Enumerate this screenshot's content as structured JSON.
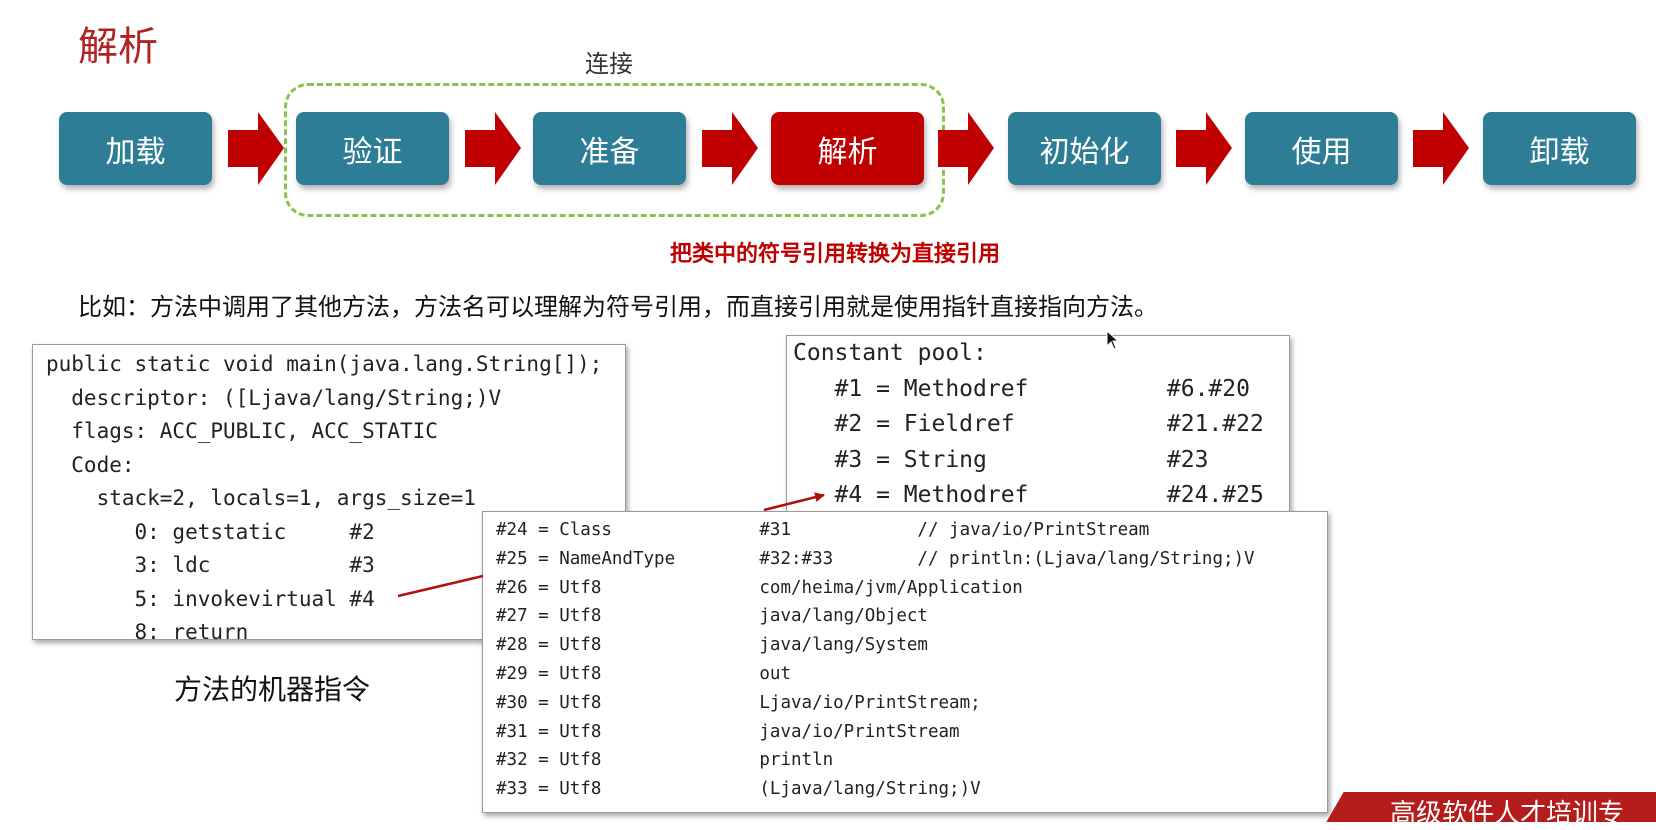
{
  "page_title": "解析",
  "connect_label": "连接",
  "stages": [
    "加载",
    "验证",
    "准备",
    "解析",
    "初始化",
    "使用",
    "卸载"
  ],
  "subtitle": "把类中的符号引用转换为直接引用",
  "example_text": "比如：方法中调用了其他方法，方法名可以理解为符号引用，而直接引用就是使用指针直接指向方法。",
  "method_code": [
    "public static void main(java.lang.String[]);",
    "  descriptor: ([Ljava/lang/String;)V",
    "  flags: ACC_PUBLIC, ACC_STATIC",
    "  Code:",
    "    stack=2, locals=1, args_size=1",
    "       0: getstatic     #2",
    "       3: ldc           #3",
    "       5: invokevirtual #4",
    "       8: return"
  ],
  "constant_pool": [
    "Constant pool:",
    "   #1 = Methodref          #6.#20",
    "   #2 = Fieldref           #21.#22",
    "   #3 = String             #23",
    "   #4 = Methodref          #24.#25"
  ],
  "constant_pool_detail": [
    "#24 = Class              #31            // java/io/PrintStream",
    "#25 = NameAndType        #32:#33        // println:(Ljava/lang/String;)V",
    "#26 = Utf8               com/heima/jvm/Application",
    "#27 = Utf8               java/lang/Object",
    "#28 = Utf8               java/lang/System",
    "#29 = Utf8               out",
    "#30 = Utf8               Ljava/io/PrintStream;",
    "#31 = Utf8               java/io/PrintStream",
    "#32 = Utf8               println",
    "#33 = Utf8               (Ljava/lang/String;)V"
  ],
  "caption": "方法的机器指令",
  "banner_text": "高级软件人才培训专",
  "colors": {
    "stage": "#2e7d96",
    "active_stage": "#c00000",
    "arrow": "#c00000",
    "dashed_border": "#8bc34a"
  }
}
